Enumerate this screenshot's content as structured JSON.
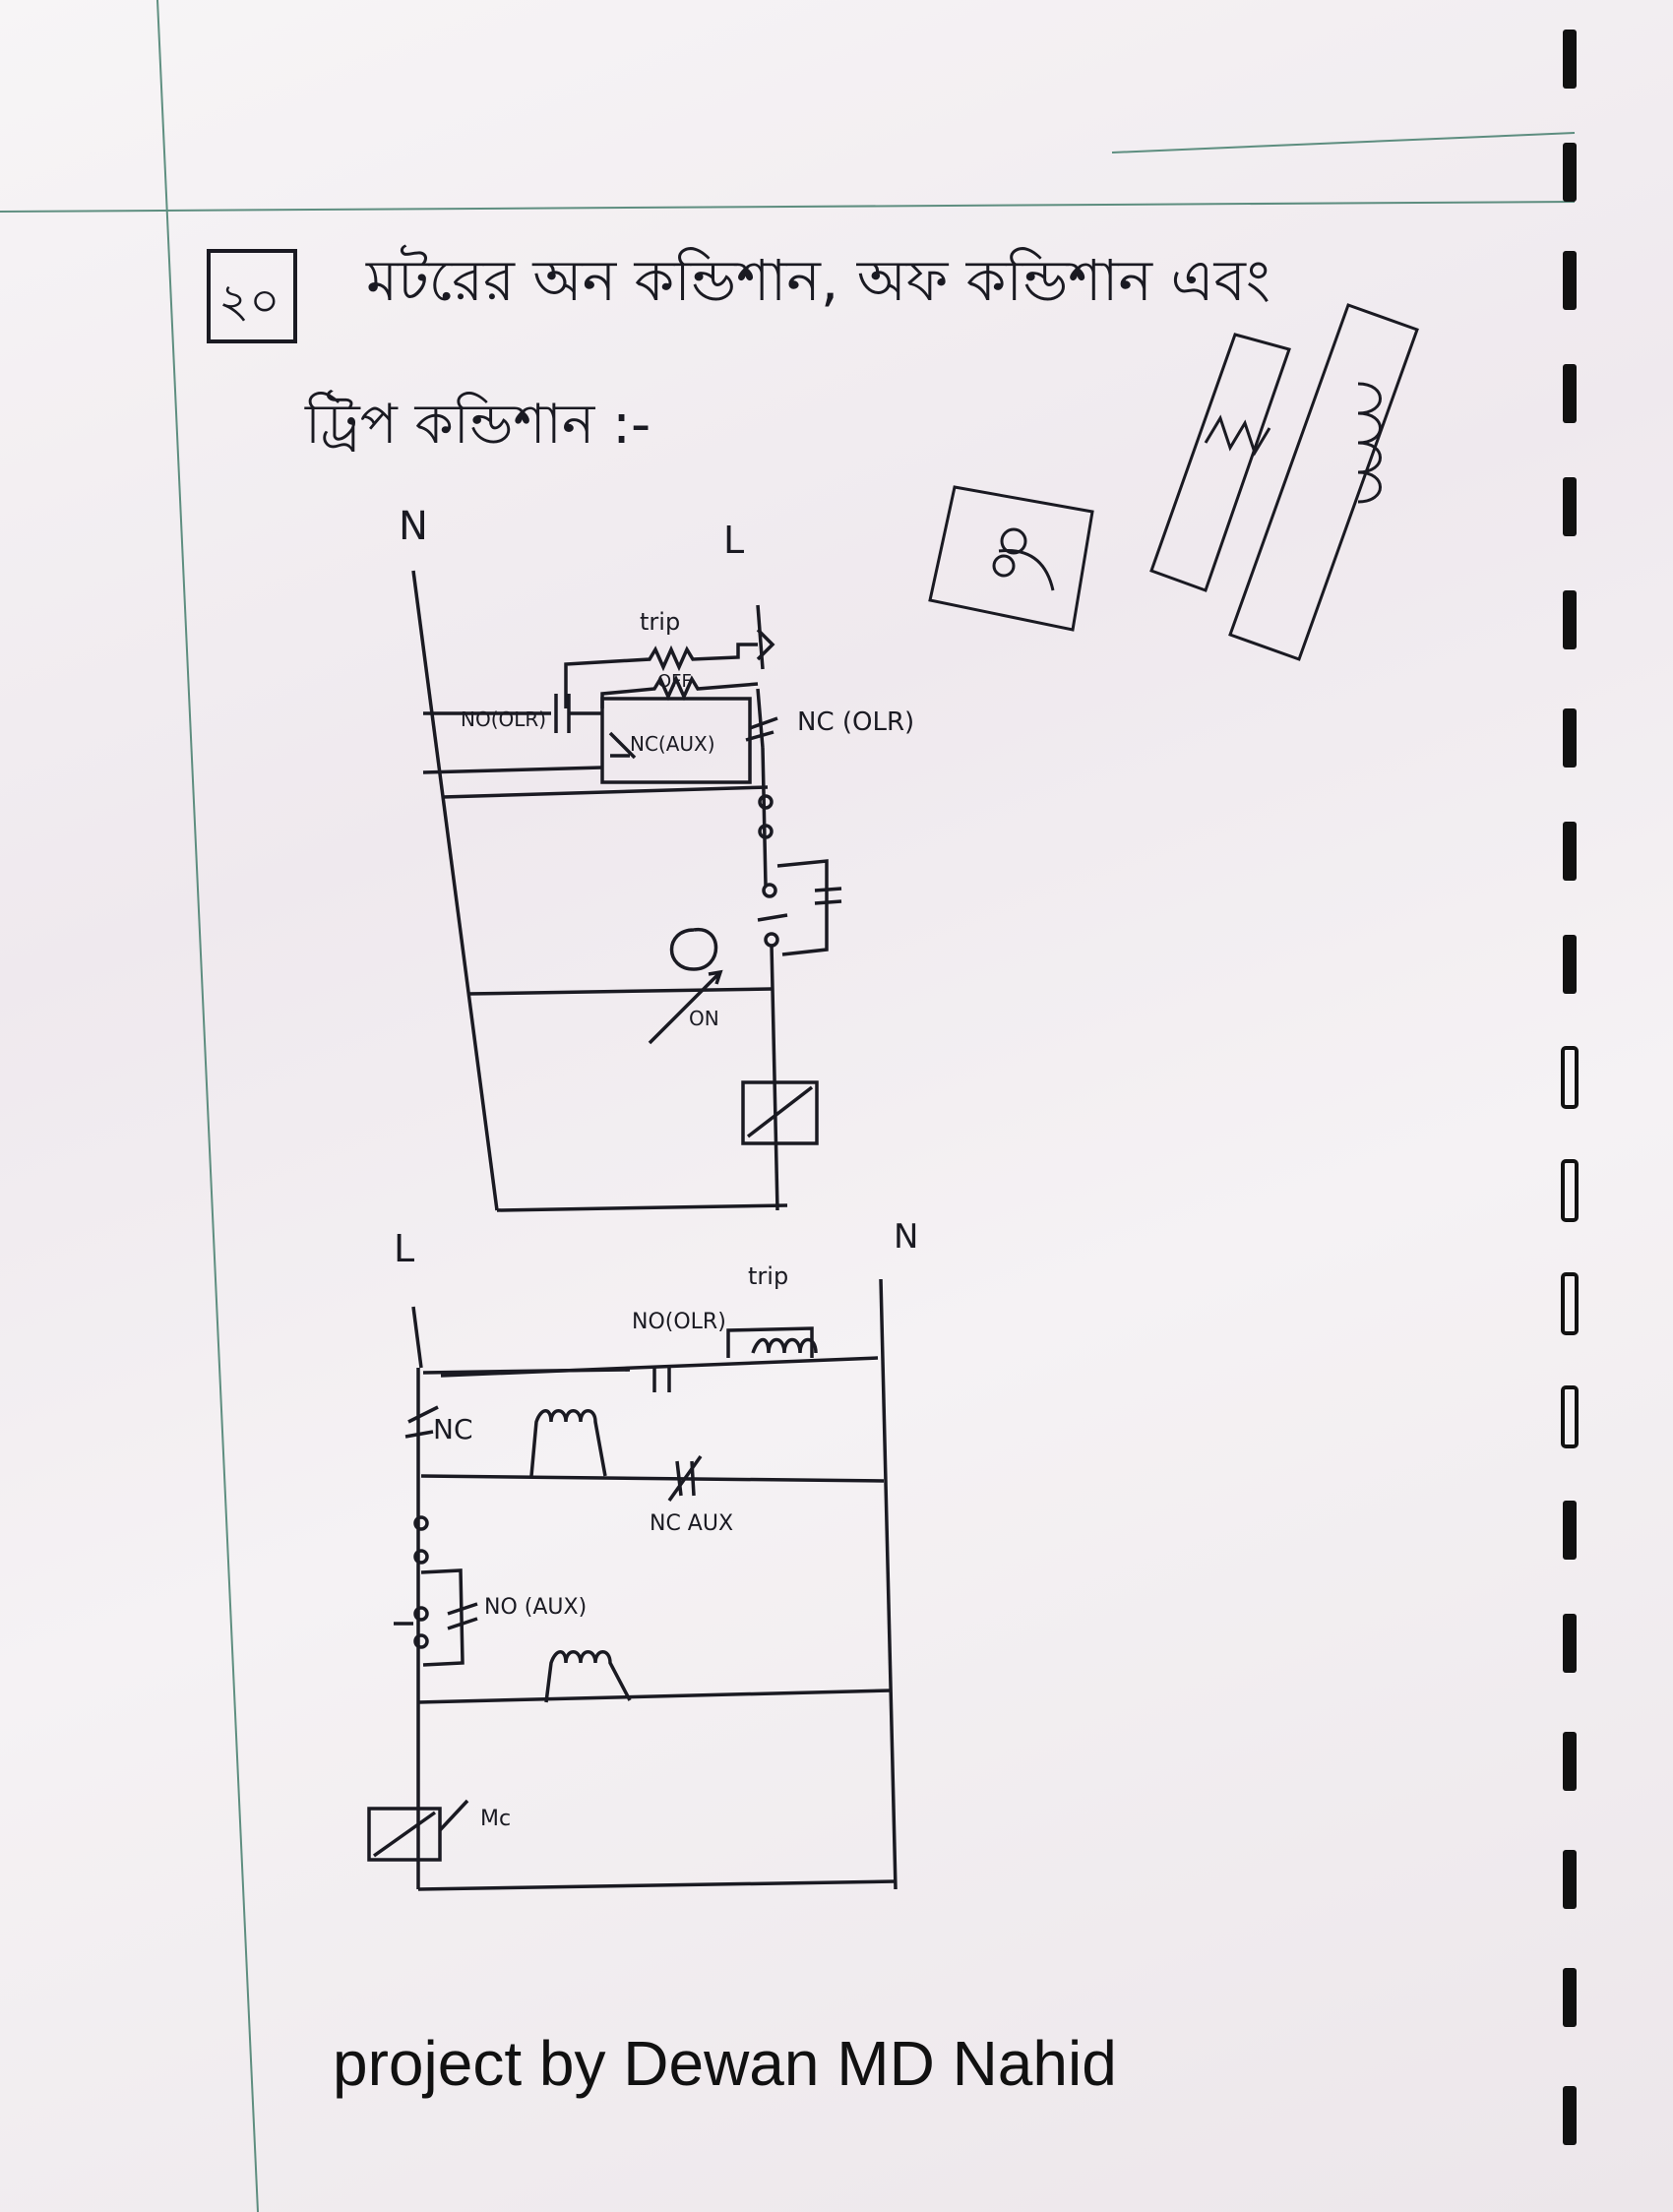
{
  "question_number": "২০",
  "heading_line1": "মটরের অন কন্ডিশান, অফ কন্ডিশান এবং",
  "heading_line2": "ট্রিপ কন্ডিশান :-",
  "diagram1": {
    "labels": {
      "neutral": "N",
      "line": "L",
      "trip": "trip",
      "off": "OFF",
      "no_olr": "NO(OLR)",
      "nc_aux": "NC(AUX)",
      "nc_olr": "NC (OLR)",
      "on": "ON"
    }
  },
  "diagram2": {
    "labels": {
      "line": "L",
      "neutral": "N",
      "trip": "trip",
      "no_olr": "NO(OLR)",
      "nc": "NC",
      "nc_aux": "NC AUX",
      "no_aux": "NO (AUX)",
      "mc": "Mc"
    }
  },
  "caption": "project by Dewan MD Nahid",
  "colors": {
    "ink": "#1a1a22",
    "paper": "#f4f1f3",
    "margin_line": "#2c6e5a"
  }
}
